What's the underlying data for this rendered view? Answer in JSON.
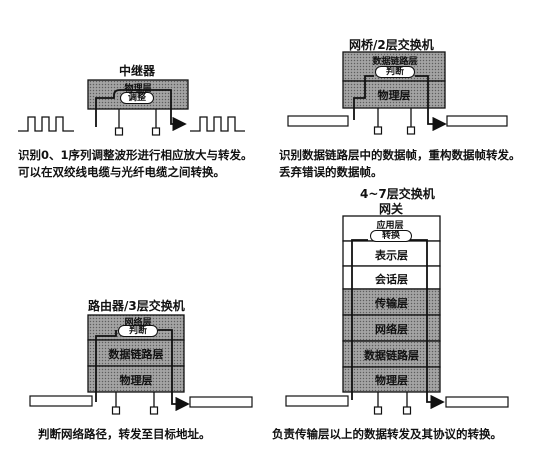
{
  "repeater": {
    "title": "中继器",
    "layer": "物理层",
    "action": "调整",
    "caption_lines": [
      "识别0、1序列调整波形进行相应放大与转发。",
      "可以在双绞线电缆与光纤电缆之间转换。"
    ]
  },
  "bridge": {
    "title": "网桥/2层交换机",
    "layers": [
      "数据链路层",
      "物理层"
    ],
    "action": "判断",
    "caption_lines": [
      "识别数据链路层中的数据帧，重构数据帧转发。",
      "丢弃错误的数据帧。"
    ]
  },
  "router": {
    "title": "路由器/3层交换机",
    "layers": [
      "网络层",
      "数据链路层",
      "物理层"
    ],
    "action": "判断",
    "caption_lines": [
      "判断网络路径，转发至目标地址。"
    ]
  },
  "gateway": {
    "title_lines": [
      "4~7层交换机",
      "网关"
    ],
    "layers": [
      "应用层",
      "表示层",
      "会话层",
      "传输层",
      "网络层",
      "数据链路层",
      "物理层"
    ],
    "action": "转换",
    "caption_lines": [
      "负责传输层以上的数据转发及其协议的转换。"
    ]
  }
}
